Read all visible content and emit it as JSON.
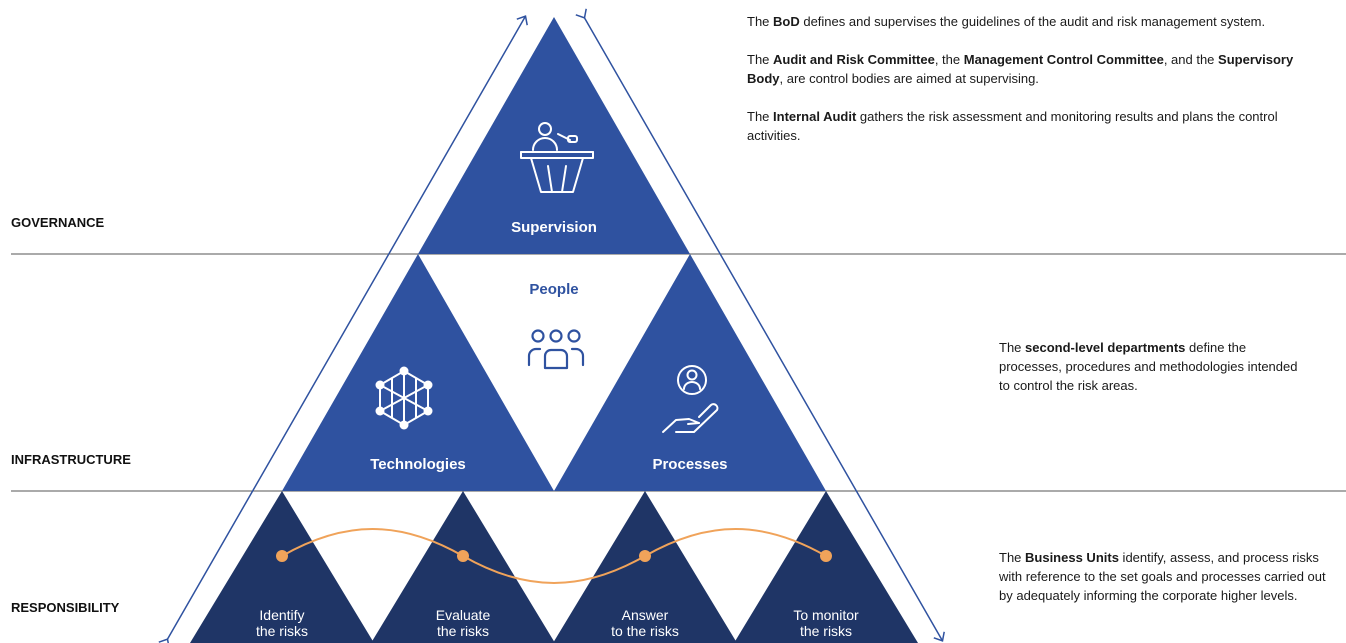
{
  "levels": {
    "governance": "GOVERNANCE",
    "infrastructure": "INFRASTRUCTURE",
    "responsibility": "RESPONSIBILITY"
  },
  "pyramid": {
    "top": "Supervision",
    "people": "People",
    "left": "Technologies",
    "right": "Processes",
    "bottom": [
      {
        "line1": "Identify",
        "line2": "the risks"
      },
      {
        "line1": "Evaluate",
        "line2": "the risks"
      },
      {
        "line1": "Answer",
        "line2": "to the risks"
      },
      {
        "line1": "To monitor",
        "line2": "the risks"
      }
    ]
  },
  "descriptions": {
    "governance": [
      [
        {
          "t": "The "
        },
        {
          "t": "BoD",
          "b": true
        },
        {
          "t": " defines and supervises the guidelines of the audit and risk management system."
        }
      ],
      [
        {
          "t": "The "
        },
        {
          "t": "Audit and Risk Committee",
          "b": true
        },
        {
          "t": ", the "
        },
        {
          "t": "Management Control Committee",
          "b": true
        },
        {
          "t": ", and the "
        },
        {
          "t": "Supervisory Body",
          "b": true
        },
        {
          "t": ", are control bodies are aimed at supervising."
        }
      ],
      [
        {
          "t": "The "
        },
        {
          "t": "Internal Audit",
          "b": true
        },
        {
          "t": " gathers the risk assessment and monitoring results and plans the control activities."
        }
      ]
    ],
    "infrastructure": [
      [
        {
          "t": "The "
        },
        {
          "t": "second-level departments",
          "b": true
        },
        {
          "t": " define the processes, procedures and methodologies intended to control the risk areas."
        }
      ]
    ],
    "responsibility": [
      [
        {
          "t": "The "
        },
        {
          "t": "Business Units",
          "b": true
        },
        {
          "t": " identify, assess, and process risks with reference to the set goals and processes carried out by adequately informing the corporate higher levels."
        }
      ]
    ]
  },
  "icons": {
    "top": "speaker-podium-icon",
    "people": "people-group-icon",
    "left": "network-hexagon-icon",
    "right": "hand-person-icon"
  },
  "colors": {
    "primary_blue": "#2f52a0",
    "dark_navy": "#1f3566",
    "accent_orange": "#f0a35a",
    "line_grey": "#555555"
  }
}
